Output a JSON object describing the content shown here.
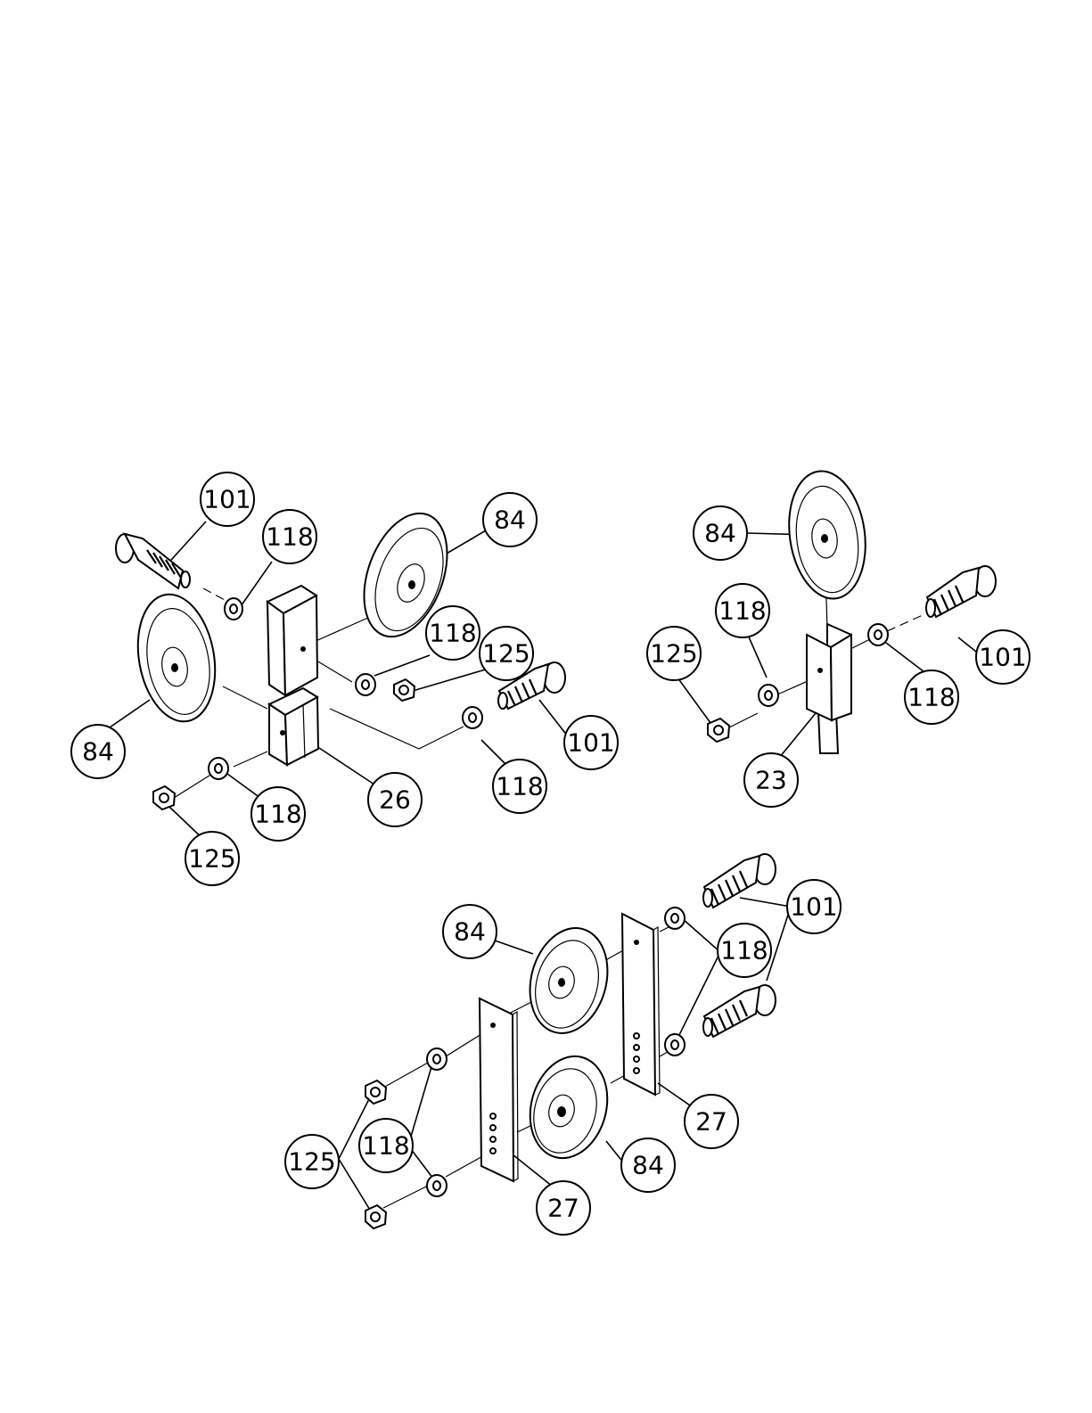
{
  "callouts": [
    {
      "id": "c1",
      "label": "101"
    },
    {
      "id": "c2",
      "label": "118"
    },
    {
      "id": "c3",
      "label": "84"
    },
    {
      "id": "c4",
      "label": "118"
    },
    {
      "id": "c5",
      "label": "125"
    },
    {
      "id": "c6",
      "label": "84"
    },
    {
      "id": "c7",
      "label": "101"
    },
    {
      "id": "c8",
      "label": "118"
    },
    {
      "id": "c9",
      "label": "26"
    },
    {
      "id": "c10",
      "label": "118"
    },
    {
      "id": "c11",
      "label": "125"
    },
    {
      "id": "c12",
      "label": "84"
    },
    {
      "id": "c13",
      "label": "118"
    },
    {
      "id": "c14",
      "label": "125"
    },
    {
      "id": "c15",
      "label": "101"
    },
    {
      "id": "c16",
      "label": "118"
    },
    {
      "id": "c17",
      "label": "23"
    },
    {
      "id": "c18",
      "label": "84"
    },
    {
      "id": "c19",
      "label": "101"
    },
    {
      "id": "c20",
      "label": "118"
    },
    {
      "id": "c21",
      "label": "125"
    },
    {
      "id": "c22",
      "label": "118"
    },
    {
      "id": "c23",
      "label": "27"
    },
    {
      "id": "c24",
      "label": "84"
    },
    {
      "id": "c25",
      "label": "27"
    }
  ]
}
